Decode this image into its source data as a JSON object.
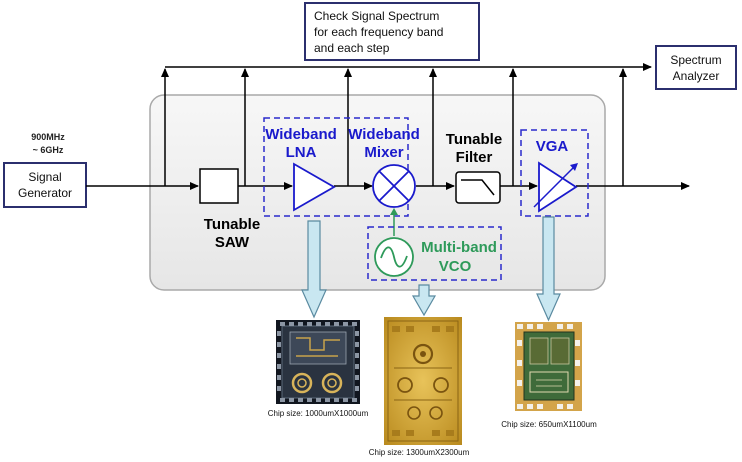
{
  "annotations": {
    "check_line1": "Check Signal  Spectrum",
    "check_line2": "for each frequency band",
    "check_line3": " and each step",
    "spectrum_line1": "Spectrum",
    "spectrum_line2": "Analyzer",
    "freq_line1": "900MHz",
    "freq_line2": "~ 6GHz",
    "signal_line1": "Signal",
    "signal_line2": "Generator"
  },
  "blocks": {
    "saw_line1": "Tunable",
    "saw_line2": "SAW",
    "lna_line1": "Wideband",
    "lna_line2": "LNA",
    "mixer_line1": "Wideband",
    "mixer_line2": "Mixer",
    "filter_line1": "Tunable",
    "filter_line2": "Filter",
    "vga_line1": "VGA",
    "vco_line1": "Multi-band",
    "vco_line2": "VCO"
  },
  "chips": {
    "lna_caption": "Chip size: 1000umX1000um",
    "mixer_caption": "Chip size: 1300umX2300um",
    "vga_caption": "Chip size: 650umX1100um"
  },
  "colors": {
    "blue_label": "#1a1acc",
    "green_label": "#2e9a5a",
    "box_border": "#2b2f6e",
    "arrow_fill": "#c9e7f1",
    "arrow_stroke": "#5a8aa0"
  }
}
